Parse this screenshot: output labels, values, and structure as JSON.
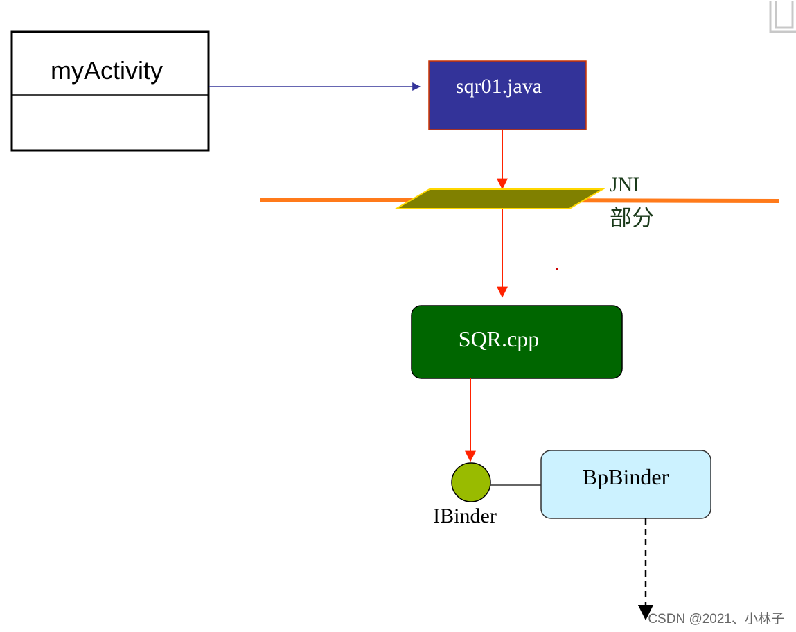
{
  "diagram": {
    "nodes": {
      "my_activity": {
        "label": "myActivity"
      },
      "sqr01_java": {
        "label": "sqr01.java"
      },
      "jni": {
        "label_line1": "JNI",
        "label_line2": "部分"
      },
      "sqr_cpp": {
        "label": "SQR.cpp"
      },
      "ibinder": {
        "label": "IBinder"
      },
      "bpbinder": {
        "label": "BpBinder"
      }
    },
    "watermark": "CSDN @2021、小林子"
  },
  "colors": {
    "java_box_fill": "#333399",
    "java_box_stroke": "#cc3300",
    "cpp_box_fill": "#006600",
    "jni_line": "#ff7a1a",
    "jni_plate_fill": "#808000",
    "jni_plate_stroke": "#ffd700",
    "red_arrow": "#ff2200",
    "blue_arrow": "#333399",
    "ibinder_fill": "#99bb00",
    "bpbinder_fill": "#ccf2ff",
    "jni_text": "#1a3a1a"
  }
}
